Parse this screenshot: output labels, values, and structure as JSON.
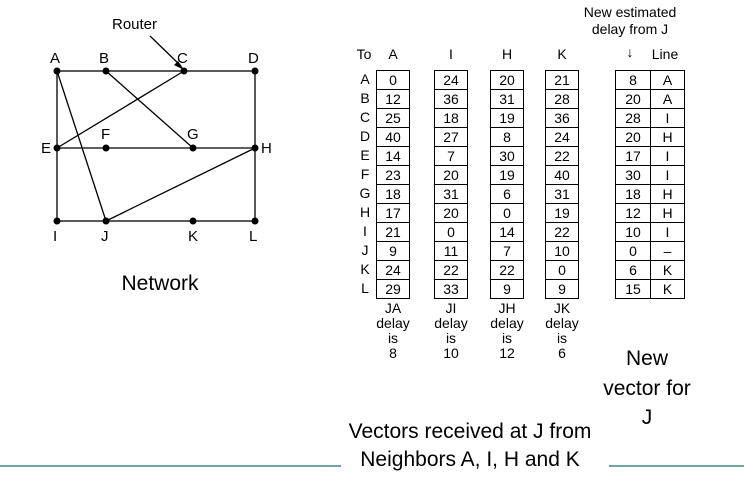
{
  "network": {
    "caption": "Network",
    "router_label": "Router",
    "nodes": [
      "A",
      "B",
      "C",
      "D",
      "E",
      "F",
      "G",
      "H",
      "I",
      "J",
      "K",
      "L"
    ]
  },
  "annotation": {
    "line1": "New estimated",
    "line2": "delay from J",
    "arrow": "↓"
  },
  "table": {
    "to_label": "To",
    "row_labels": [
      "A",
      "B",
      "C",
      "D",
      "E",
      "F",
      "G",
      "H",
      "I",
      "J",
      "K",
      "L"
    ],
    "columns": [
      {
        "header": "A",
        "values": [
          "0",
          "12",
          "25",
          "40",
          "14",
          "23",
          "18",
          "17",
          "21",
          "9",
          "24",
          "29"
        ],
        "footer": [
          "JA",
          "delay",
          "is",
          "8"
        ]
      },
      {
        "header": "I",
        "values": [
          "24",
          "36",
          "18",
          "27",
          "7",
          "20",
          "31",
          "20",
          "0",
          "11",
          "22",
          "33"
        ],
        "footer": [
          "JI",
          "delay",
          "is",
          "10"
        ]
      },
      {
        "header": "H",
        "values": [
          "20",
          "31",
          "19",
          "8",
          "30",
          "19",
          "6",
          "0",
          "14",
          "7",
          "22",
          "9"
        ],
        "footer": [
          "JH",
          "delay",
          "is",
          "12"
        ]
      },
      {
        "header": "K",
        "values": [
          "21",
          "28",
          "36",
          "24",
          "22",
          "40",
          "31",
          "19",
          "22",
          "10",
          "0",
          "9"
        ],
        "footer": [
          "JK",
          "delay",
          "is",
          "6"
        ]
      }
    ],
    "new_vector": {
      "line_header": "Line",
      "delays": [
        "8",
        "20",
        "28",
        "20",
        "17",
        "30",
        "18",
        "12",
        "10",
        "0",
        "6",
        "15"
      ],
      "lines": [
        "A",
        "A",
        "I",
        "H",
        "I",
        "I",
        "H",
        "H",
        "I",
        "–",
        "K",
        "K"
      ],
      "caption": [
        "New",
        "vector for",
        "J"
      ]
    }
  },
  "bottom_caption": {
    "line1": "Vectors received at J from",
    "line2": "Neighbors A, I, H and K"
  },
  "colors": {
    "rule": "#6fa5a8",
    "ink": "#000000"
  }
}
